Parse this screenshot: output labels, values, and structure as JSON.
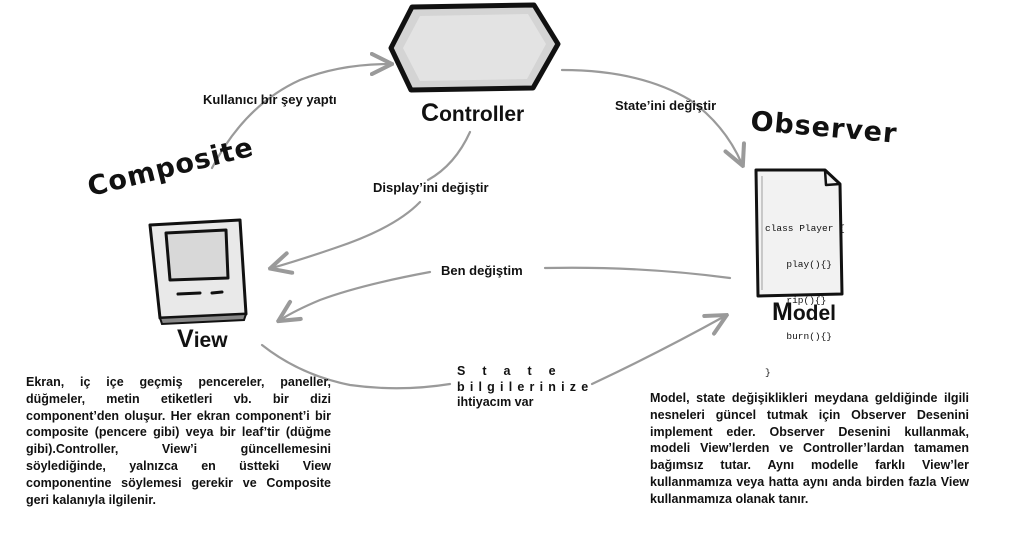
{
  "nodes": {
    "controller": {
      "first_letter": "C",
      "rest": "ontroller"
    },
    "view": {
      "first_letter": "V",
      "rest": "iew"
    },
    "model": {
      "first_letter": "M",
      "rest": "odel"
    }
  },
  "handwritten": {
    "composite": "Composite",
    "observer": "Observer"
  },
  "edges": {
    "kullanici": "Kullanıcı bir şey yaptı",
    "state_degistir": "State’ini değiştir",
    "display_degistir": "Display’ini değiştir",
    "ben_degistim": "Ben değiştim",
    "state_line1": "State",
    "state_line2": "bilgilerinize",
    "state_line3": "ihtiyacım var"
  },
  "code": {
    "line1": "class Player {",
    "line2": "  play(){}",
    "line3": "  rip(){}",
    "line4": "  burn(){}",
    "line5": "}"
  },
  "descriptions": {
    "left": "Ekran, iç içe geçmiş pencereler, paneller, düğmeler, metin etiketleri vb. bir dizi component’den oluşur. Her ekran component’i bir composite (pencere gibi) veya bir leaf’tir (düğme gibi).Controller, View’i güncellemesini söylediğinde, yalnızca en üstteki View componentine söylemesi gerekir ve Composite geri kalanıyla ilgilenir.",
    "right": "Model, state değişiklikleri meydana geldiğinde ilgili nesneleri güncel tutmak için Observer Desenini implement eder. Observer Desenini kullanmak, modeli View’lerden ve Controller’lardan tamamen bağımsız tutar. Aynı modelle farklı View’ler kullanmamıza veya hatta aynı anda birden fazla View kullanmamıza olanak tanır."
  },
  "colors": {
    "arrow": "#9a9a9a",
    "shape_fill": "#d6d6d6",
    "ink": "#111111"
  }
}
